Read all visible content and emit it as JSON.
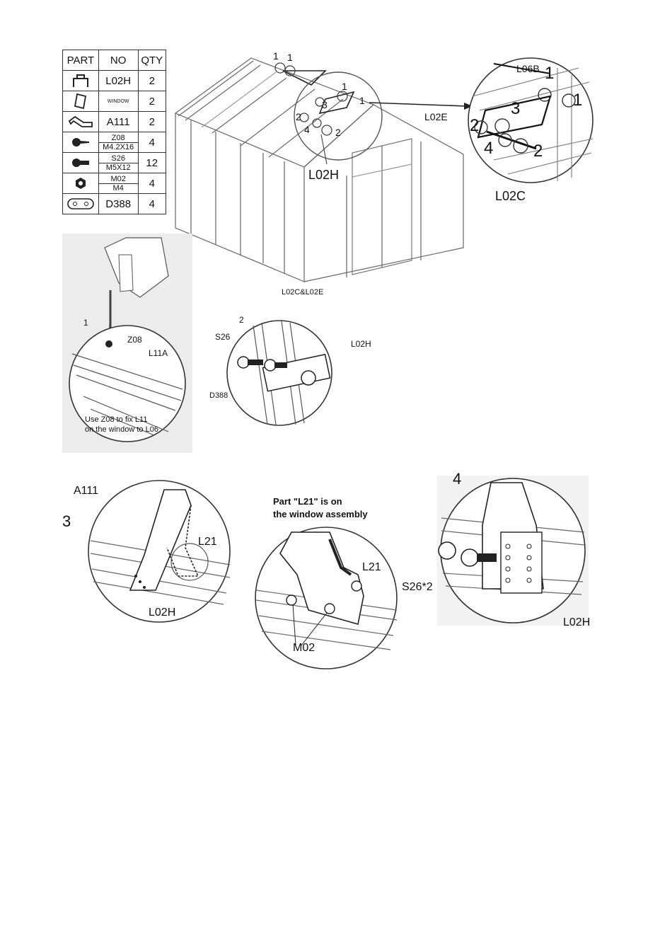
{
  "parts_table": {
    "headers": [
      "PART",
      "NO",
      "QTY"
    ],
    "rows": [
      {
        "icon": "bracket-icon",
        "no": "L02H",
        "no2": "",
        "qty": "2"
      },
      {
        "icon": "window-icon",
        "no": "WINDOW",
        "no2": "",
        "qty": "2"
      },
      {
        "icon": "arm-icon",
        "no": "A111",
        "no2": "",
        "qty": "2"
      },
      {
        "icon": "screw-icon",
        "no": "Z08",
        "no2": "M4.2X16",
        "qty": "4"
      },
      {
        "icon": "bolt-icon",
        "no": "S26",
        "no2": "M5X12",
        "qty": "12"
      },
      {
        "icon": "nut-icon",
        "no": "M02",
        "no2": "M4",
        "qty": "4"
      },
      {
        "icon": "plate-icon",
        "no": "D388",
        "no2": "",
        "qty": "4"
      }
    ]
  },
  "main_view": {
    "callouts": [
      "1",
      "1",
      "1",
      "3",
      "1",
      "2",
      "4",
      "2"
    ],
    "part_label": "L02H"
  },
  "zoom_view": {
    "labels": {
      "l06b": "L06B",
      "l02e": "L02E",
      "l02c": "L02C"
    },
    "numbers": [
      "1",
      "1",
      "3",
      "2",
      "4",
      "2"
    ]
  },
  "step1": {
    "number": "1",
    "labels": {
      "z08": "Z08",
      "l11a": "L11A"
    },
    "note_line1": "Use Z08 to fix L11",
    "note_line2": "on the window to L06"
  },
  "step2": {
    "number": "2",
    "labels": {
      "top": "L02C&L02E",
      "s26": "S26",
      "l02h": "L02H",
      "d388": "D388"
    }
  },
  "step3": {
    "number": "3",
    "labels": {
      "a111": "A111",
      "l21": "L21",
      "l02h": "L02H"
    }
  },
  "step_middle": {
    "note_line1": "Part \"L21\" is on",
    "note_line2": "the window assembly",
    "labels": {
      "l21": "L21",
      "m02": "M02"
    }
  },
  "step4": {
    "number": "4",
    "labels": {
      "s26x2": "S26*2",
      "l02h": "L02H"
    }
  }
}
